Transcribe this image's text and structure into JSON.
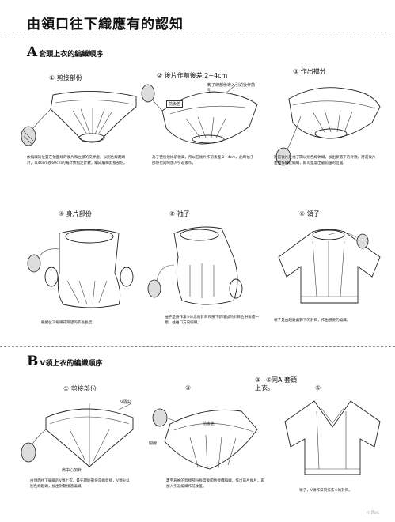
{
  "title": "由領口往下織應有的認知",
  "section_a": {
    "letter": "A",
    "heading": "套頭上衣的編織順序",
    "steps": [
      {
        "label": "① 剪接部份",
        "caption": "依編織的位置在領圍線的後片和左領的交界處，以別色線起頭針，以40cm長60cm的輪針依指定針數，編成編織剪接部份。"
      },
      {
        "label": "② 後片作前後差 2~4cm",
        "note": "鉤子線部份導入引返後作前引",
        "tag": "前後差",
        "caption": "為了使後領比前領高，所以在後片作前後差 2~4cm，此時袖子部份也同時加入引返後作。"
      },
      {
        "label": "③ 作出襠分",
        "caption": "於前後片及袖子間以別色線休織，加出新腋下的針數，將前後片連接作織狀編織，即可量度出最前還的位置。"
      },
      {
        "label": "④ 身片部份",
        "caption": "繼續往下編織成期望的衣長長度。"
      },
      {
        "label": "⑤ 袖子",
        "caption": "袖子是將作法③休息的針目和腋下新增加的針目合併後成一圈，往袖口方向編織。"
      },
      {
        "label": "⑥ 領子",
        "caption": "領子是由起針處鉤下的針目，作出想要的編織。"
      }
    ]
  },
  "section_b": {
    "letter": "B",
    "heading": "V領上衣的編織順序",
    "steps": [
      {
        "label": "① 剪接部份",
        "labels": [
          "V領尖",
          "肩中心加針"
        ],
        "caption": "由領面往下編織的V領上衣，最先開始部份是織剪接，V領尖以別色線起頭，加出針數接著編織。"
      },
      {
        "label": "②",
        "labels": [
          "前後差",
          "開線"
        ],
        "caption": "裏至肩袖的剪接部份長度後開始接續編織，作出前片後片，再加入引返編織作前後差。"
      },
      {
        "label": "③~⑤同A 套頭上衣。"
      },
      {
        "label": "⑥",
        "caption": "領子，V領作法同作法⑥的針目。"
      }
    ]
  },
  "watermark": "nlifes"
}
